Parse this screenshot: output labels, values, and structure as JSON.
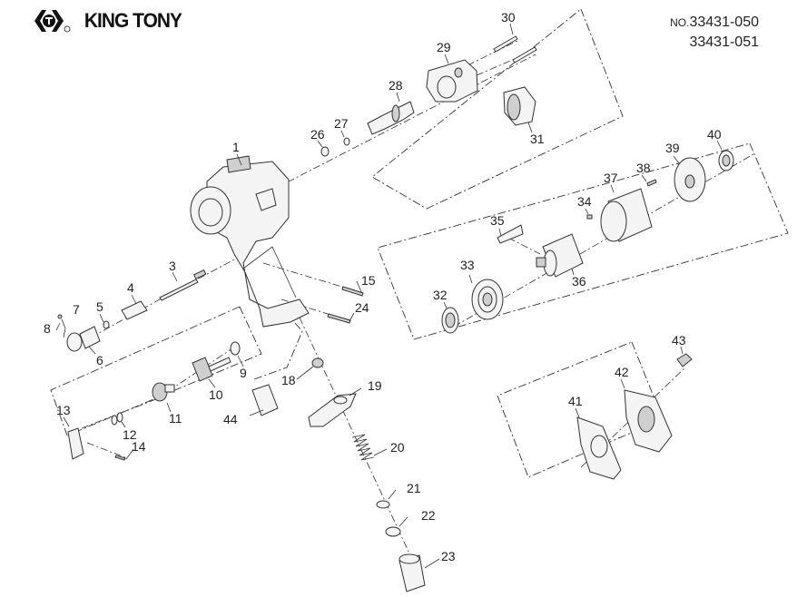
{
  "brand": {
    "logo_icon": "king-tony-t-logo-icon",
    "registered_mark": "®",
    "name": "KING TONY"
  },
  "model": {
    "prefix": "NO.",
    "numbers": [
      "33431-050",
      "33431-051"
    ]
  },
  "diagram": {
    "title": "Impact wrench exploded parts diagram",
    "parts": [
      {
        "no": "1"
      },
      {
        "no": "3"
      },
      {
        "no": "4"
      },
      {
        "no": "5"
      },
      {
        "no": "6"
      },
      {
        "no": "7"
      },
      {
        "no": "8"
      },
      {
        "no": "9"
      },
      {
        "no": "10"
      },
      {
        "no": "11"
      },
      {
        "no": "12"
      },
      {
        "no": "13"
      },
      {
        "no": "14"
      },
      {
        "no": "15"
      },
      {
        "no": "18"
      },
      {
        "no": "19"
      },
      {
        "no": "20"
      },
      {
        "no": "21"
      },
      {
        "no": "22"
      },
      {
        "no": "23"
      },
      {
        "no": "24"
      },
      {
        "no": "26"
      },
      {
        "no": "27"
      },
      {
        "no": "28"
      },
      {
        "no": "29"
      },
      {
        "no": "30"
      },
      {
        "no": "31"
      },
      {
        "no": "32"
      },
      {
        "no": "33"
      },
      {
        "no": "34"
      },
      {
        "no": "35"
      },
      {
        "no": "36"
      },
      {
        "no": "37"
      },
      {
        "no": "38"
      },
      {
        "no": "39"
      },
      {
        "no": "40"
      },
      {
        "no": "41"
      },
      {
        "no": "42"
      },
      {
        "no": "43"
      },
      {
        "no": "44"
      }
    ]
  }
}
